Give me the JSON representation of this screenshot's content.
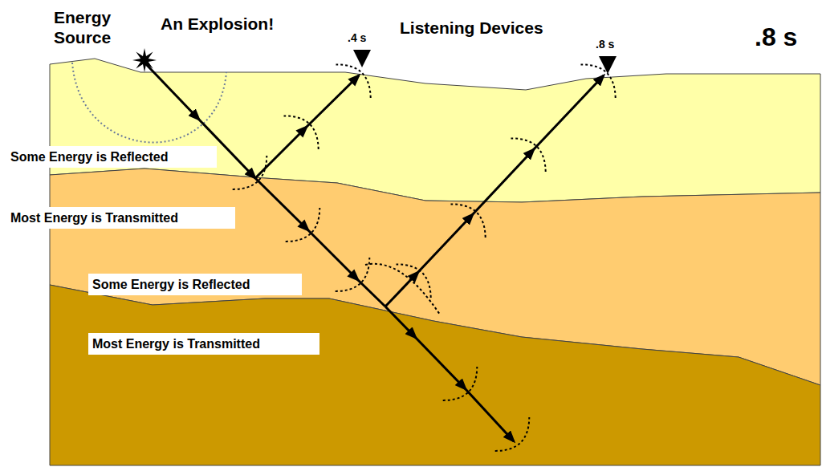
{
  "diagram": {
    "nodes": [
      {
        "text": [
          "Some Energy is Reflected"
        ]
      },
      {
        "text": [
          "Most Energy is Transmitted"
        ]
      },
      {
        "text": [
          "Some Energy is Reflected"
        ]
      },
      {
        "text": [
          "Most Energy is Transmitted"
        ]
      }
    ],
    "labels": [
      "Energy Source",
      "An Explosion!",
      ".4 s",
      "Listening Devices",
      ".8 s",
      ".8 s"
    ]
  }
}
